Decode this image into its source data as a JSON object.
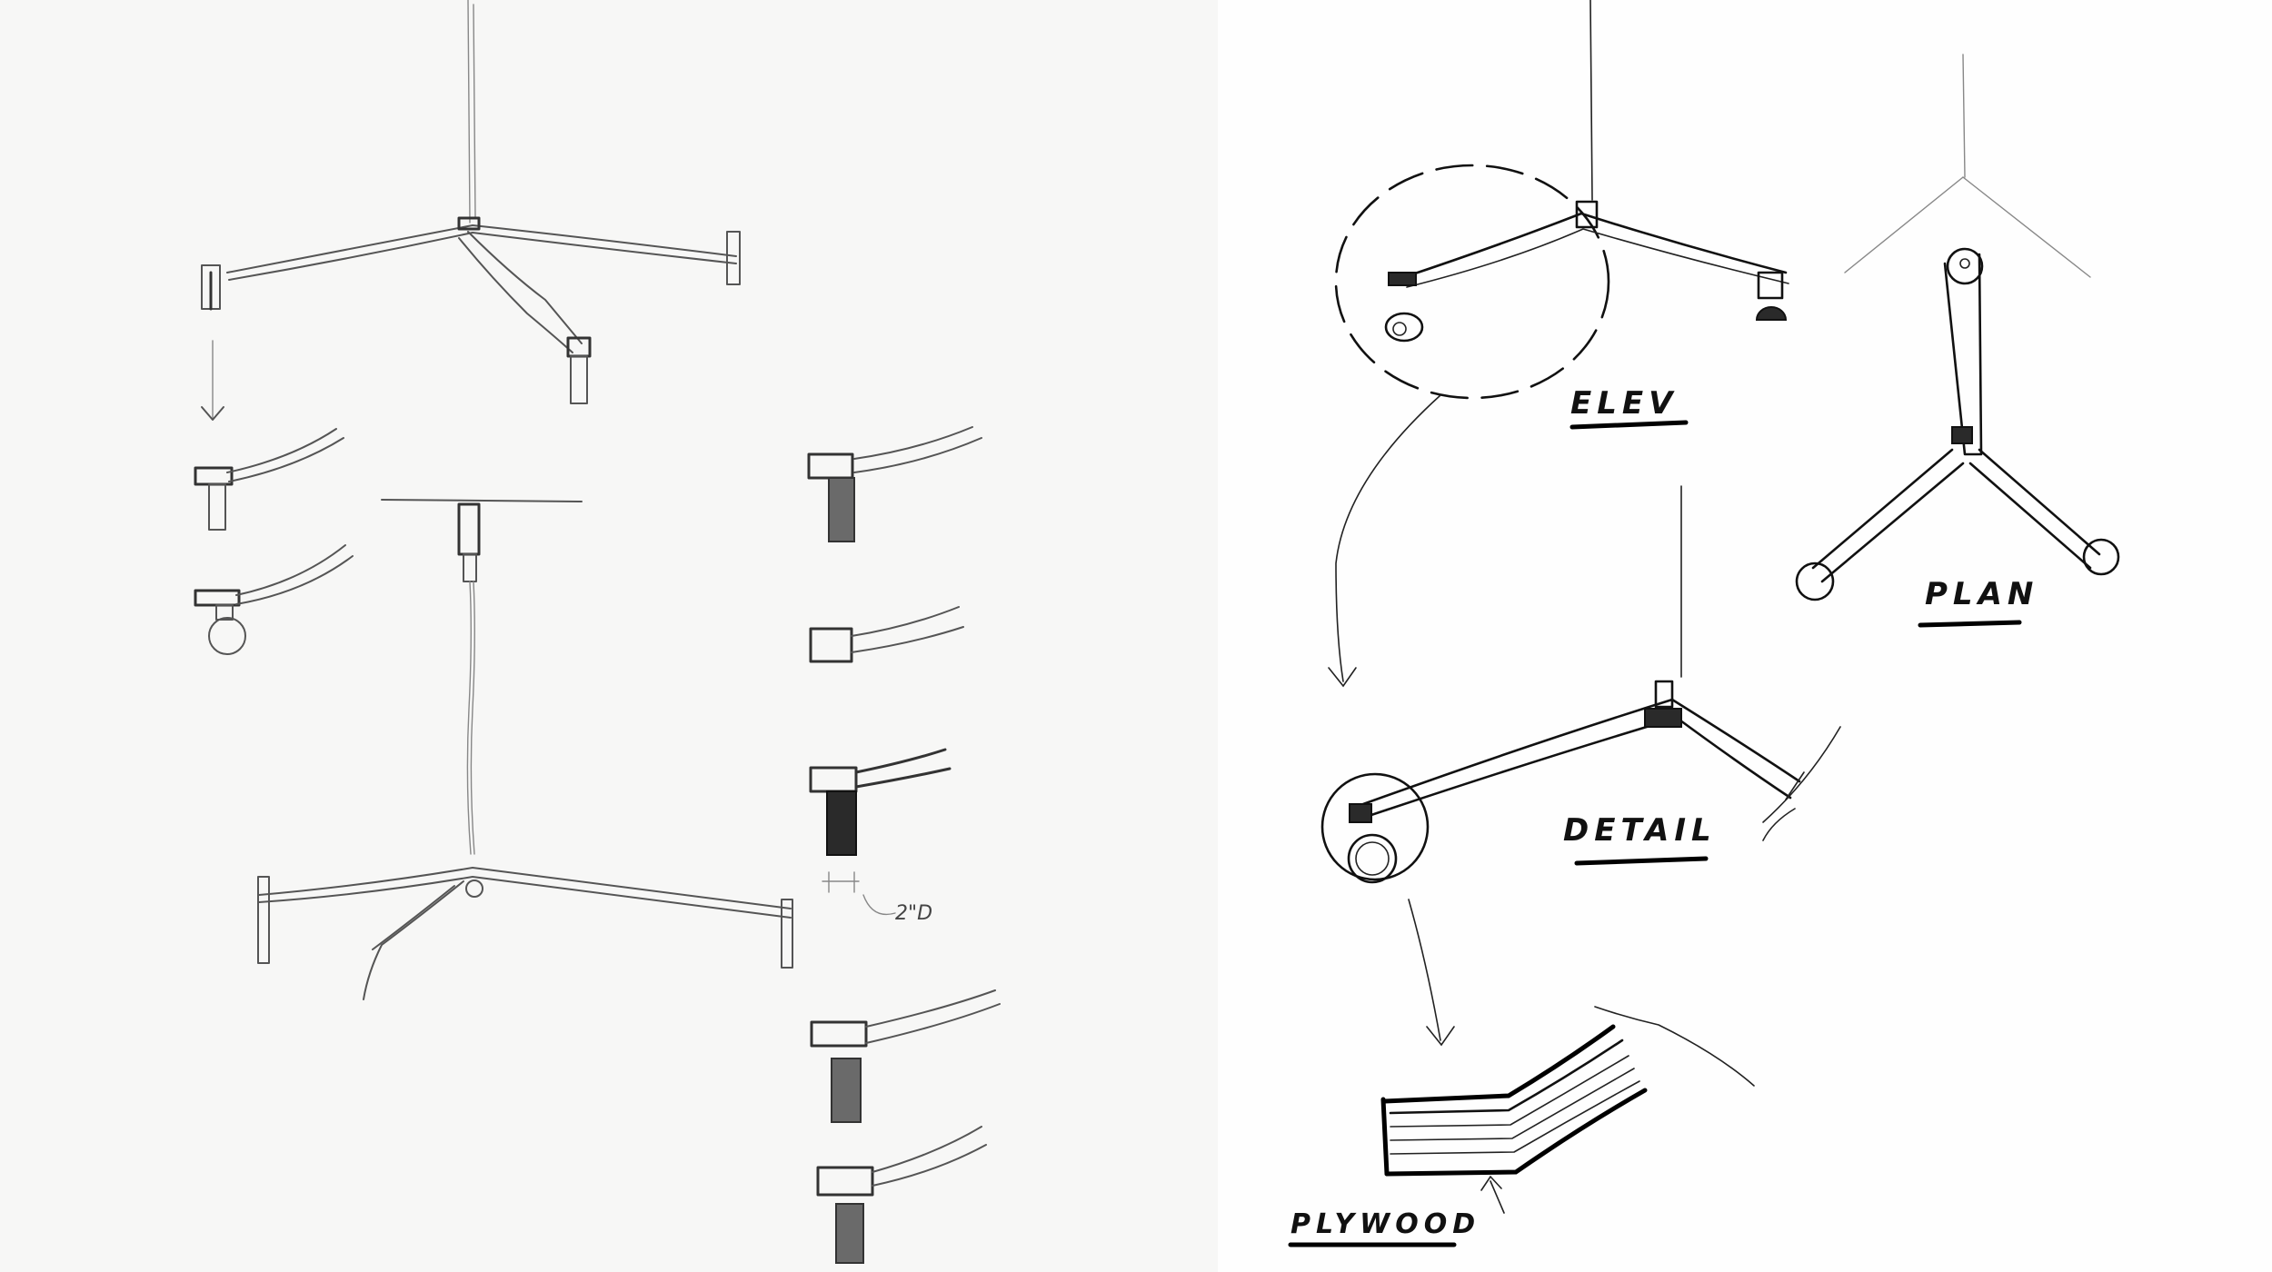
{
  "labels": {
    "elev": "ELEV",
    "plan": "PLAN",
    "detail": "DETAIL",
    "plywood": "PLYWOOD",
    "dimension": "2\"D"
  },
  "colors": {
    "pencil": "#555555",
    "ink": "#111111",
    "paper_left": "#f7f7f6",
    "paper_right": "#fefefe"
  }
}
